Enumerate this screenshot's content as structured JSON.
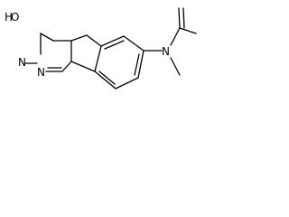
{
  "molecule": {
    "atoms": {
      "hydroxyl_o": "O",
      "hydroxyl_h": "H",
      "ring_n_upper": "N",
      "ring_n_lower": "N",
      "amide_n": "N"
    }
  }
}
